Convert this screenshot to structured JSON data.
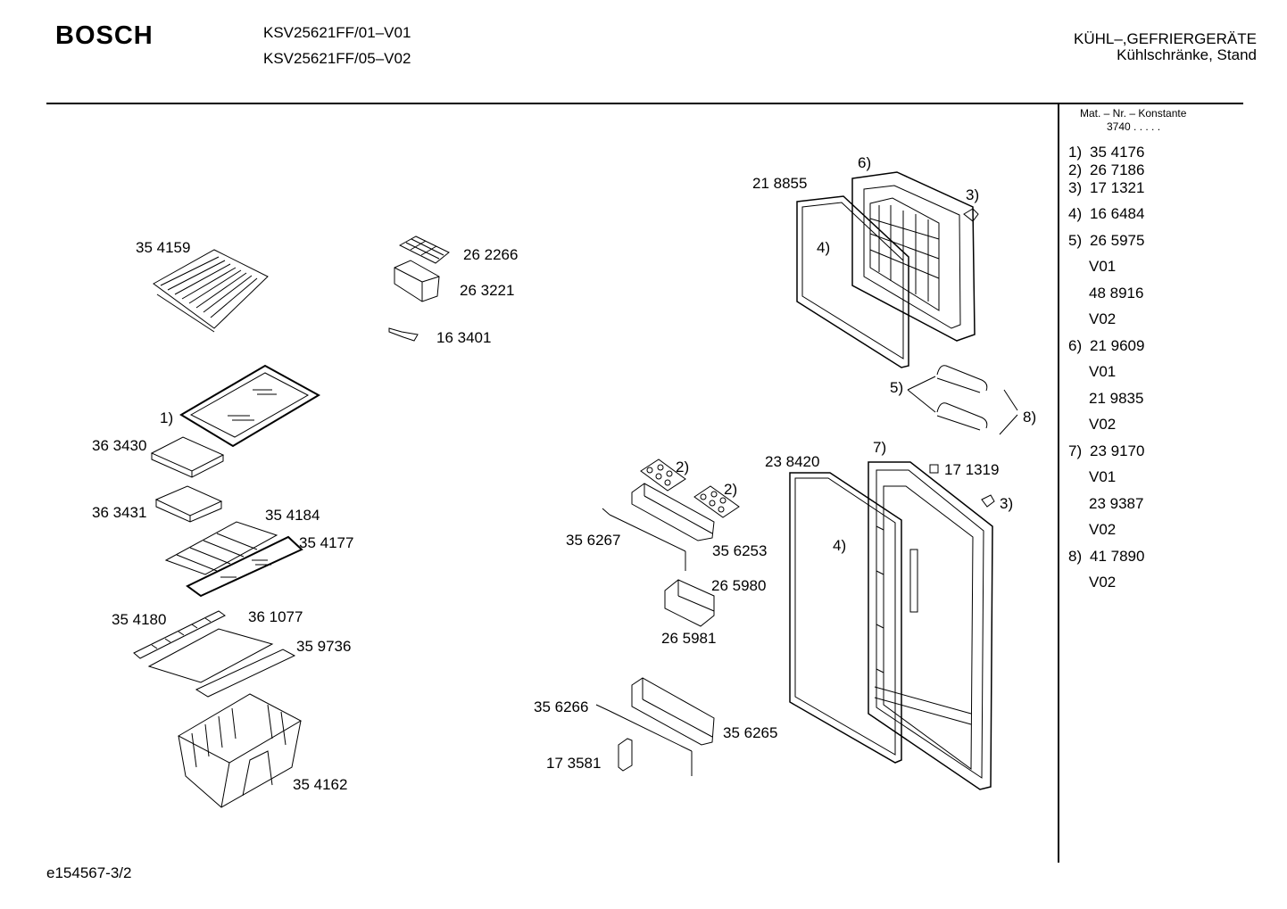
{
  "header": {
    "brand": "BOSCH",
    "models": [
      "KSV25621FF/01–V01",
      "KSV25621FF/05–V02"
    ],
    "category_title": "KÜHL–,GEFRIERGERÄTE",
    "category_subtitle": "Kühlschränke, Stand"
  },
  "sidebar": {
    "mat_label": "Mat. – Nr. – Konstante",
    "mat_code": "3740 . . . . .",
    "items": [
      {
        "num": "1)",
        "value": "35 4176"
      },
      {
        "num": "2)",
        "value": "26 7186"
      },
      {
        "num": "3)",
        "value": "17 1321"
      },
      {
        "num": "4)",
        "value": "16 6484"
      },
      {
        "num": "5)",
        "value": "26 5975"
      },
      {
        "num": "",
        "value": "V01"
      },
      {
        "num": "",
        "value": "48 8916"
      },
      {
        "num": "",
        "value": "V02"
      },
      {
        "num": "6)",
        "value": "21 9609"
      },
      {
        "num": "",
        "value": "V01"
      },
      {
        "num": "",
        "value": "21 9835"
      },
      {
        "num": "",
        "value": "V02"
      },
      {
        "num": "7)",
        "value": "23 9170"
      },
      {
        "num": "",
        "value": "V01"
      },
      {
        "num": "",
        "value": "23 9387"
      },
      {
        "num": "",
        "value": "V02"
      },
      {
        "num": "8)",
        "value": "41 7890"
      },
      {
        "num": "",
        "value": "V02"
      }
    ]
  },
  "parts": {
    "wire_shelf": "35 4159",
    "ice_tray": "26 2266",
    "ice_box": "26 3221",
    "scraper": "16 3401",
    "glass_shelf_ref": "1)",
    "small_tray_1": "36 3430",
    "small_tray_2": "36 3431",
    "shelf_frame": "35 4184",
    "glass_shelf_2": "35 4177",
    "strip": "35 4180",
    "cover_plate": "36 1077",
    "glass_plate": "35 9736",
    "crisper": "35 4162",
    "freezer_gasket": "21 8855",
    "freezer_door_ref": "6)",
    "hinge_ref_top": "3)",
    "gasket_ref_top": "4)",
    "handle_ref": "5)",
    "handle_cap_ref": "8)",
    "egg_tray_ref_1": "2)",
    "egg_tray_ref_2": "2)",
    "door_shelf_1": "35 6267",
    "door_shelf_1b": "35 6253",
    "bottle_holder_1": "26 5980",
    "bottle_holder_2": "26 5981",
    "door_gasket": "23 8420",
    "fridge_door_ref": "7)",
    "hinge_part": "17 1319",
    "hinge_ref_bottom": "3)",
    "gasket_ref_bottom": "4)",
    "door_shelf_2": "35 6266",
    "door_shelf_2b": "35 6265",
    "clip": "17 3581"
  },
  "footer": {
    "code": "e154567-3/2"
  }
}
